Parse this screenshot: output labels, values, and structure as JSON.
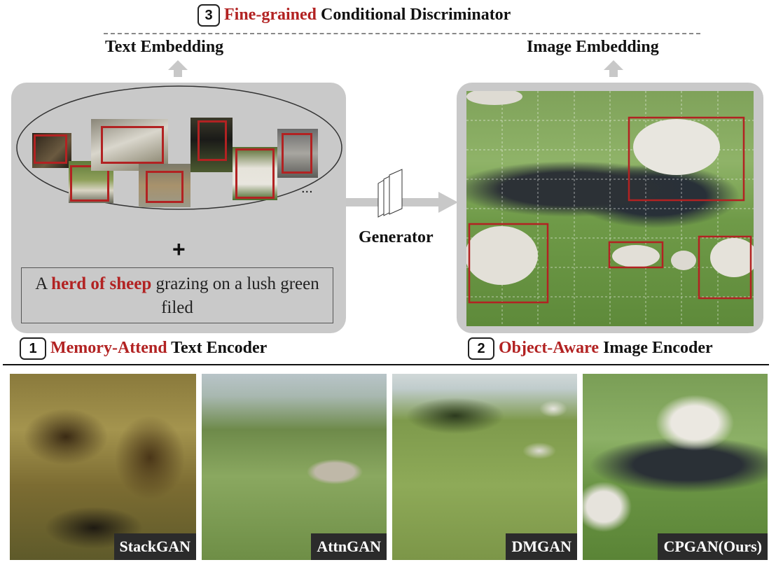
{
  "discriminator": {
    "number": "3",
    "title_red": "Fine-grained",
    "title_rest": " Conditional Discriminator"
  },
  "embeddings": {
    "text": "Text Embedding",
    "image": "Image Embedding"
  },
  "text_encoder": {
    "number": "1",
    "title_red": "Memory-Attend",
    "title_rest": " Text Encoder",
    "ellipsis": "...",
    "plus": "+",
    "caption_prefix": "A ",
    "caption_highlight": "herd of sheep",
    "caption_rest": " grazing on a lush green filed"
  },
  "generator": {
    "label": "Generator"
  },
  "image_encoder": {
    "number": "2",
    "title_red": "Object-Aware",
    "title_rest": " Image Encoder"
  },
  "comparisons": [
    {
      "label": "StackGAN"
    },
    {
      "label": "AttnGAN"
    },
    {
      "label": "DMGAN"
    },
    {
      "label": "CPGAN(Ours)"
    }
  ],
  "colors": {
    "accent_red": "#b22222",
    "panel_gray": "#c9c9c9",
    "arrow_gray": "#c8c8c8"
  }
}
